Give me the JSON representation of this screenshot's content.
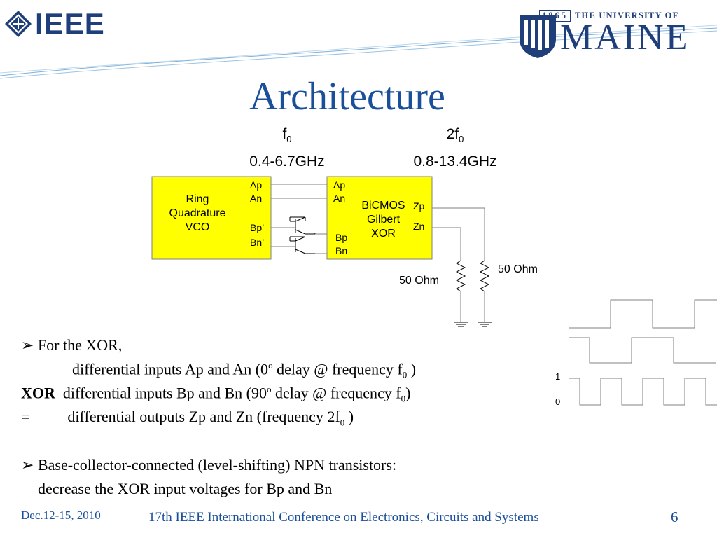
{
  "header": {
    "ieee_logo_text": "IEEE",
    "maine_logo": {
      "year": "1865",
      "top_line": "THE UNIVERSITY OF",
      "name": "MAINE"
    }
  },
  "slide": {
    "title": "Architecture"
  },
  "diagram": {
    "freq_left": {
      "label": "f",
      "sub": "0",
      "range": "0.4-6.7GHz"
    },
    "freq_right": {
      "label": "2f",
      "sub": "0",
      "range": "0.8-13.4GHz"
    },
    "vco_box": {
      "line1": "Ring",
      "line2": "Quadrature",
      "line3": "VCO"
    },
    "vco_pins": {
      "ap": "Ap",
      "an": "An",
      "bp": "Bp’",
      "bn": "Bn’"
    },
    "xor_box": {
      "line1": "BiCMOS",
      "line2": "Gilbert",
      "line3": "XOR"
    },
    "xor_pins_in": {
      "ap": "Ap",
      "an": "An",
      "bp": "Bp",
      "bn": "Bn"
    },
    "xor_pins_out": {
      "zp": "Zp",
      "zn": "Zn"
    },
    "res_left": "50 Ohm",
    "res_right": "50 Ohm",
    "wave_labels": {
      "one": "1",
      "zero": "0"
    },
    "colors": {
      "vco_fill": "#ffff00",
      "xor_fill": "#ffff00",
      "wire": "#808080"
    }
  },
  "body": {
    "bullet1": "For the XOR,",
    "line_a_pre": "differential inputs Ap and An (0",
    "line_a_deg": "o",
    "line_a_post": " delay @ frequency f",
    "line_a_sub": "0",
    "line_a_end": " )",
    "xor_label": "XOR",
    "line_b_pre": "differential inputs Bp and Bn (90",
    "line_b_deg": "o",
    "line_b_post": " delay @ frequency f",
    "line_b_sub": "0",
    "line_b_end": ")",
    "eq_label": "=",
    "line_c_pre": "differential outputs Zp and Zn (frequency 2f",
    "line_c_sub": "0",
    "line_c_end": " )",
    "bullet2": "Base-collector-connected (level-shifting) NPN transistors:",
    "bullet2_cont": "decrease the XOR input voltages for Bp and Bn"
  },
  "footer": {
    "date": "Dec.12-15, 2010",
    "conference": "17th IEEE International Conference on Electronics, Circuits and Systems",
    "page": "6"
  }
}
